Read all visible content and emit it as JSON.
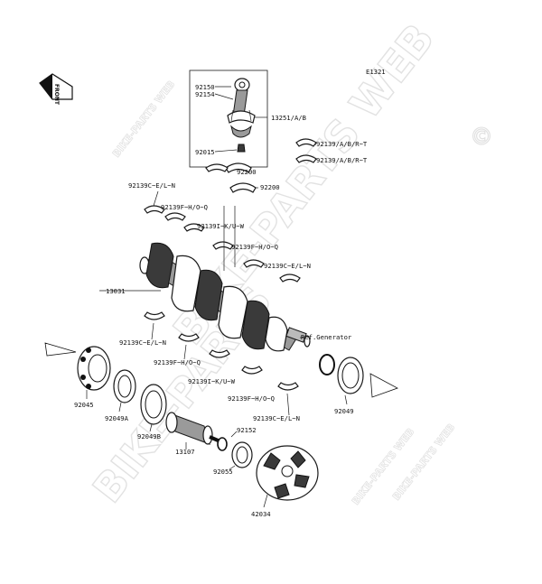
{
  "diagram_code": "E1321",
  "front_badge": "FRONT",
  "watermarks": {
    "big_diagonal": "BIKE-PARTS WEB",
    "copyright": "©",
    "small_top": "BIKE-PARTS WEB",
    "bottom_big": "BIKE-PARTS",
    "bottom_right_small": "BIKE-PARTS WEB",
    "mid_small": "BIKE-PARTS WEB"
  },
  "labels": {
    "p92150": "92150",
    "p92154": "92154",
    "p13251": "13251/A/B",
    "p92015": "92015",
    "p92139_abrt_1": "92139/A/B/R~T",
    "p92139_abrt_2": "92139/A/B/R~T",
    "p92200_1": "92200",
    "p92200_2": "92200",
    "p92139c_eln_1": "92139C~E/L~N",
    "p92139f_hoq_1": "92139F~H/O~Q",
    "p92139i_kuw_1": "92139I~K/U~W",
    "p92139f_hoq_2": "92139F~H/O~Q",
    "p92139c_eln_2": "92139C~E/L~N",
    "p13031": "13031",
    "p92139c_eln_3": "92139C~E/L~N",
    "ref_generator": "Ref.Generator",
    "p92139f_hoq_3": "92139F~H/O~Q",
    "p92139i_kuw_2": "92139I~K/U~W",
    "p92139f_hoq_4": "92139F~H/O~Q",
    "p92139c_eln_4": "92139C~E/L~N",
    "p92045": "92045",
    "p92049a": "92049A",
    "p92049b": "92049B",
    "p13107": "13107",
    "p92152": "92152",
    "p92055": "92055",
    "p92049": "92049",
    "p42034": "42034"
  }
}
